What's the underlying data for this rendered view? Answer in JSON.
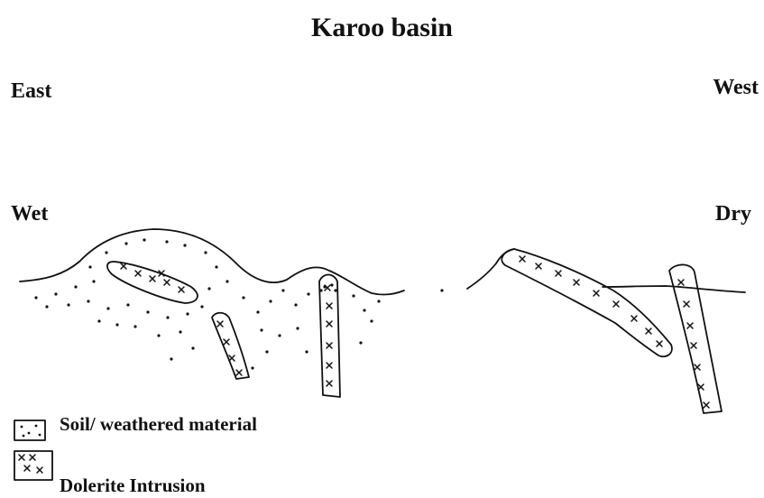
{
  "title": "Karoo basin",
  "directions": {
    "left": "East",
    "right": "West"
  },
  "climate": {
    "left": "Wet",
    "right": "Dry"
  },
  "legend": [
    {
      "label": "Soil/ weathered material",
      "icon": "soil-symbol-icon"
    },
    {
      "label": "Dolerite Intrusion",
      "icon": "dolerite-symbol-icon"
    }
  ]
}
